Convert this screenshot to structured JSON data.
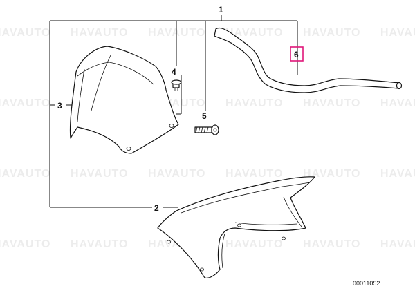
{
  "watermark": {
    "text": "HAVAUTO"
  },
  "callouts": [
    {
      "id": "1",
      "label": "1"
    },
    {
      "id": "2",
      "label": "2"
    },
    {
      "id": "3",
      "label": "3"
    },
    {
      "id": "4",
      "label": "4"
    },
    {
      "id": "5",
      "label": "5"
    },
    {
      "id": "6",
      "label": "6",
      "highlighted": true
    }
  ],
  "highlight_color": "#e0177a",
  "reference_number": "00011052"
}
